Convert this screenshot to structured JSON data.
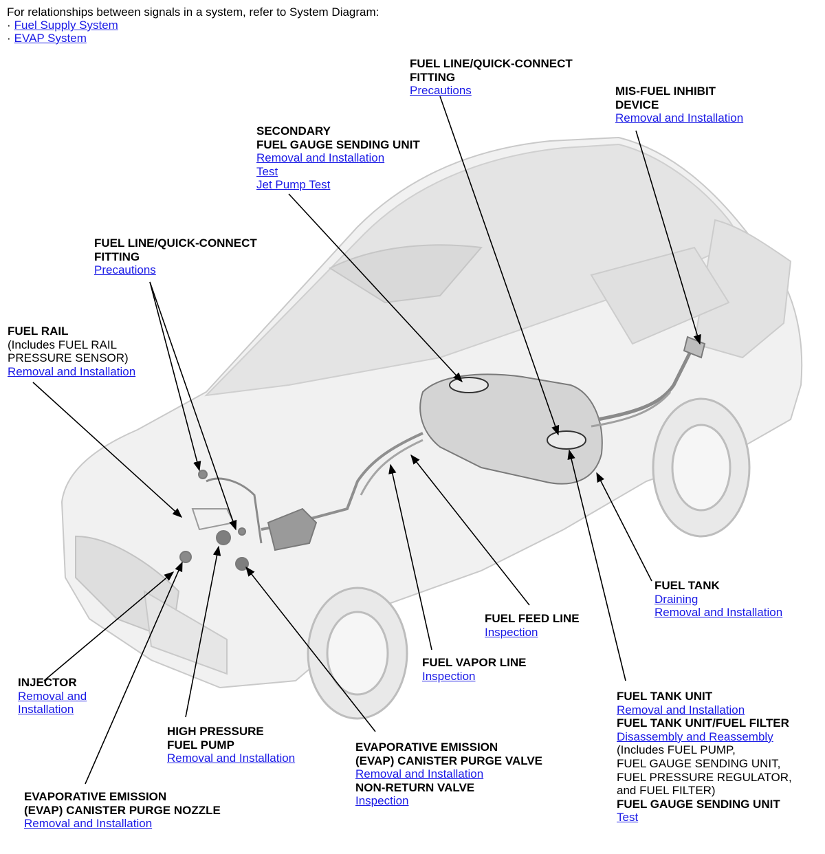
{
  "intro": {
    "text": "For relationships between signals in a system, refer to System Diagram:",
    "bullet": "·",
    "links": [
      "Fuel Supply System",
      "EVAP System"
    ]
  },
  "callouts": {
    "fuel_line_top": {
      "t1": "FUEL LINE/QUICK-CONNECT",
      "t2": "FITTING",
      "l1": "Precautions"
    },
    "mis_fuel": {
      "t1": "MIS-FUEL INHIBIT",
      "t2": "DEVICE",
      "l1": "Removal and Installation"
    },
    "secondary_gauge": {
      "t1": "SECONDARY",
      "t2": "FUEL GAUGE SENDING UNIT",
      "l1": "Removal and Installation",
      "l2": "Test",
      "l3": "Jet Pump Test"
    },
    "fuel_line_left": {
      "t1": "FUEL LINE/QUICK-CONNECT",
      "t2": "FITTING",
      "l1": "Precautions"
    },
    "fuel_rail": {
      "t1": "FUEL RAIL",
      "n1": "(Includes FUEL RAIL",
      "n2": "PRESSURE SENSOR)",
      "l1": "Removal and Installation"
    },
    "fuel_tank": {
      "t1": "FUEL TANK",
      "l1": "Draining",
      "l2": "Removal and Installation"
    },
    "fuel_feed": {
      "t1": "FUEL FEED LINE",
      "l1": "Inspection"
    },
    "fuel_vapor": {
      "t1": "FUEL VAPOR LINE",
      "l1": "Inspection"
    },
    "injector": {
      "t1": "INJECTOR",
      "l1": "Removal and ",
      "l2": "Installation"
    },
    "hp_pump": {
      "t1": "HIGH PRESSURE",
      "t2": "FUEL PUMP",
      "l1": "Removal and Installation"
    },
    "evap_valve": {
      "t1": "EVAPORATIVE EMISSION",
      "t2": "(EVAP) CANISTER PURGE VALVE",
      "l1": "Removal and Installation",
      "t3": "NON-RETURN VALVE",
      "l2": "Inspection"
    },
    "evap_nozzle": {
      "t1": "EVAPORATIVE EMISSION",
      "t2": "(EVAP) CANISTER PURGE NOZZLE",
      "l1": "Removal and Installation"
    },
    "tank_unit": {
      "t1": "FUEL TANK UNIT",
      "l1": "Removal and Installation",
      "t2": "FUEL TANK UNIT/FUEL FILTER",
      "l2": "Disassembly and Reassembly",
      "n1": "(Includes FUEL PUMP,",
      "n2": "FUEL GAUGE SENDING UNIT,",
      "n3": "FUEL PRESSURE REGULATOR,",
      "n4": "and FUEL FILTER)",
      "t3": "FUEL GAUGE SENDING UNIT",
      "l3": "Test"
    }
  }
}
